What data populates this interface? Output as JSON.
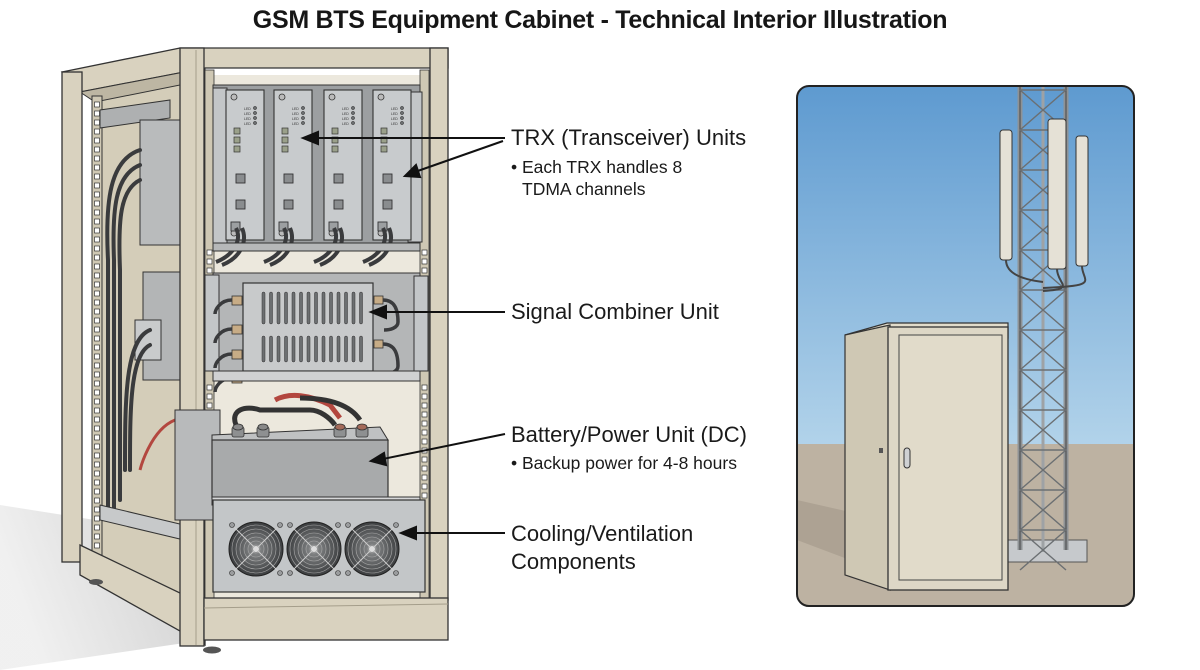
{
  "title": "GSM BTS Equipment Cabinet - Technical Interior Illustration",
  "callouts": [
    {
      "id": "trx",
      "label": "TRX (Transceiver) Units",
      "notes": [
        "• Each TRX handles 8",
        "TDMA channels"
      ]
    },
    {
      "id": "combiner",
      "label": "Signal Combiner Unit",
      "notes": []
    },
    {
      "id": "battery",
      "label": "Battery/Power Unit (DC)",
      "notes": [
        "• Backup power for 4-8 hours"
      ]
    },
    {
      "id": "cooling",
      "label": "Cooling/Ventilation",
      "notes": [
        "Components"
      ]
    }
  ],
  "trx_modules": {
    "count": 4,
    "led_labels": [
      "LED",
      "LED",
      "LED",
      "LED"
    ]
  },
  "cooling_fans": {
    "count": 3
  },
  "inset": {
    "subject": "Outdoor BTS cabinet beside lattice tower with sector antennas",
    "antenna_count": 3
  },
  "colors": {
    "cabinet_frame": "#d9d2bf",
    "module_gray": "#c3c6c8",
    "battery_gray": "#a8aaab",
    "sky_top": "#5f9bd0",
    "sky_bottom": "#a9cde8",
    "ground": "#bdb2a2",
    "battery_cable_red": "#b3473f"
  }
}
